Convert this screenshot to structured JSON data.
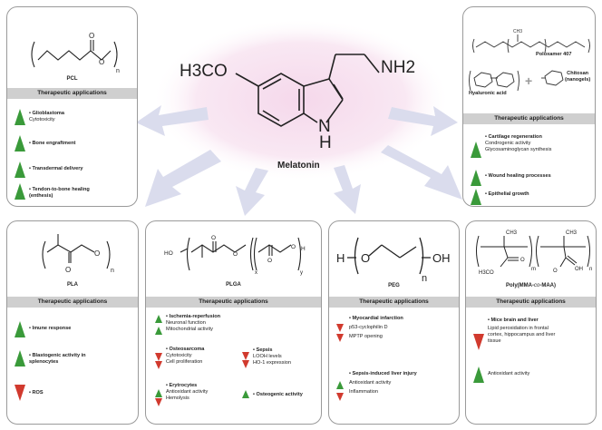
{
  "center": {
    "name": "Melatonin",
    "methoxy": "H3CO",
    "amine": "NH2",
    "nh_h": "H",
    "nh_n": "N"
  },
  "therapeutic_label": "Therapeutic applications",
  "pcl": {
    "name": "PCL",
    "sub": "n",
    "items": [
      {
        "head": "• Glioblastoma",
        "sub": "Cytotoxicity"
      },
      {
        "head": "• Bone engraftment"
      },
      {
        "head": "• Transdermal delivery"
      },
      {
        "head": "• Tendon-to-bone healing",
        "sub": "(enthesis)"
      }
    ]
  },
  "polox": {
    "poloxamer": "Poloxamer 407",
    "chitosan": "Chitosan",
    "nanogels": "(nanogels)",
    "hyaluronic": "Hyaluronic acid",
    "plus": "+",
    "ch3": "CH3",
    "items": [
      {
        "head": "• Cartilage regeneration",
        "sub1": "Condrogenic activity",
        "sub2": "Glycosaminoglycan synthesis"
      },
      {
        "head": "• Wound healing processes"
      },
      {
        "head": "• Epithelial growth"
      }
    ]
  },
  "pla": {
    "name": "PLA",
    "sub": "n",
    "items": [
      {
        "head": "• Imune response"
      },
      {
        "head": "• Blastogenic activity in",
        "head2": "splenocytes"
      },
      {
        "head": "• ROS"
      }
    ]
  },
  "plga": {
    "name": "PLGA",
    "ho": "HO",
    "h": "H",
    "x": "x",
    "y": "y",
    "ischemia": {
      "head": "• Ischemia-reperfusion",
      "sub1": "Neuronal function",
      "sub2": "Mitochondrial activity"
    },
    "osteosarcoma": {
      "head": "• Osteosarcoma",
      "sub1": "Cytotoxicity",
      "sub2": "Cell proliferation"
    },
    "erythrocytes": {
      "head": "• Erytrocytes",
      "sub1": "Antioxidant activity",
      "sub2": "Hemolysis"
    },
    "sepsis": {
      "head": "• Sepsis",
      "sub1": "LOOH levels",
      "sub2": "HO-1 expression"
    },
    "osteogenic": {
      "head": "• Osteogenic activity"
    }
  },
  "peg": {
    "name": "PEG",
    "h": "H",
    "oh": "OH",
    "o": "O",
    "sub": "n",
    "mi": {
      "head": "• Myocardial infarction",
      "sub1": "p53-cyclophilin D",
      "sub2": "MPTP opening"
    },
    "sepsis": {
      "head": "• Sepsis-induced liver injury",
      "sub1": "Antioxidant activity",
      "sub2": "Inflammation"
    }
  },
  "pmma": {
    "name_pre": "Poly(MMA-",
    "name_co": "co",
    "name_post": "-MAA)",
    "m": "m",
    "n": "n",
    "ch3a": "CH3",
    "ch3b": "CH3",
    "h3co": "H3CO",
    "o1": "O",
    "o2": "O",
    "oh": "OH",
    "mice": {
      "head": "• Mice brain and liver",
      "sub1": "Lipid peroxidation in frontal",
      "sub2": "cortex, hippocampus and liver",
      "sub3": "tissue"
    },
    "antiox": {
      "head": "Antioxidant activity"
    }
  },
  "colors": {
    "up": "#3a9a3a",
    "down": "#d13a2e",
    "header_bg": "#cfcfcf",
    "arrow": "#d9dcef",
    "glow": "#f7e4f0"
  }
}
